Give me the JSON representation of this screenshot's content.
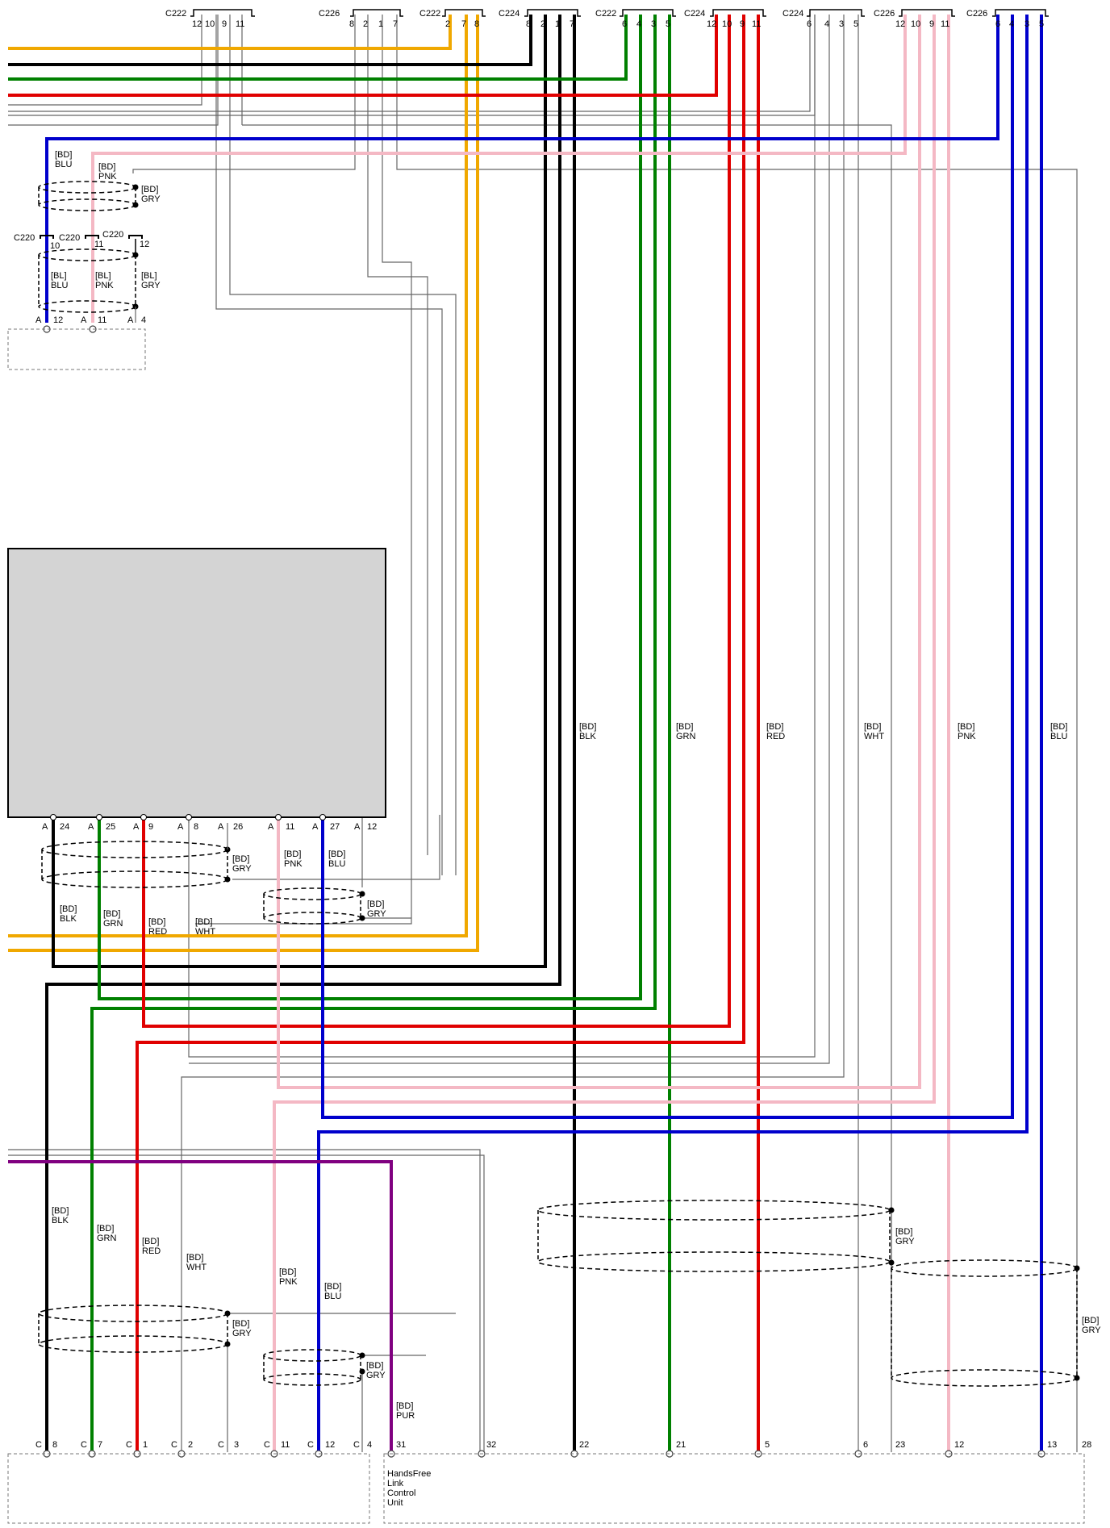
{
  "wire_colors": {
    "BLK": "#000000",
    "GRN": "#008000",
    "RED": "#e00000",
    "BLU": "#0000cc",
    "PNK": "#f4b8c4",
    "ORG": "#f0a800",
    "PUR": "#800080",
    "WHT": "#555555",
    "GRY": "#666666"
  },
  "top_connectors": [
    {
      "name": "C222",
      "pins": [
        "12",
        "10",
        "9",
        "11"
      ]
    },
    {
      "name": "C226",
      "pins": [
        "8",
        "2",
        "1",
        "7"
      ]
    },
    {
      "name": "C222",
      "pins": [
        "2",
        "7",
        "8"
      ]
    },
    {
      "name": "C224",
      "pins": [
        "8",
        "2",
        "1",
        "7"
      ]
    },
    {
      "name": "C222",
      "pins": [
        "6",
        "4",
        "3",
        "5"
      ]
    },
    {
      "name": "C224",
      "pins": [
        "12",
        "10",
        "9",
        "11"
      ]
    },
    {
      "name": "C224",
      "pins": [
        "6",
        "4",
        "3",
        "5"
      ]
    },
    {
      "name": "C226",
      "pins": [
        "12",
        "10",
        "9",
        "11"
      ]
    },
    {
      "name": "C226",
      "pins": [
        "6",
        "4",
        "3",
        "5"
      ]
    }
  ],
  "top_left_labels": {
    "blu": [
      "[BD]",
      "BLU"
    ],
    "pnk": [
      "[BD]",
      "PNK"
    ],
    "gry": [
      "[BD]",
      "GRY"
    ],
    "c220": [
      "C220",
      "C220",
      "C220"
    ],
    "c220_pins": [
      "10",
      "11",
      "12"
    ],
    "bl_blu": [
      "[BL]",
      "BLU"
    ],
    "bl_pnk": [
      "[BL]",
      "PNK"
    ],
    "bl_gry": [
      "[BL]",
      "GRY"
    ],
    "pins": [
      {
        "side": "A",
        "num": "12"
      },
      {
        "side": "A",
        "num": "11"
      },
      {
        "side": "A",
        "num": "4"
      }
    ]
  },
  "mid_component": {
    "pins": [
      {
        "side": "A",
        "num": "24"
      },
      {
        "side": "A",
        "num": "25"
      },
      {
        "side": "A",
        "num": "9"
      },
      {
        "side": "A",
        "num": "8"
      },
      {
        "side": "A",
        "num": "26"
      },
      {
        "side": "A",
        "num": "11"
      },
      {
        "side": "A",
        "num": "27"
      },
      {
        "side": "A",
        "num": "12"
      }
    ]
  },
  "mid_labels": {
    "gry1": [
      "[BD]",
      "GRY"
    ],
    "pnk": [
      "[BD]",
      "PNK"
    ],
    "blu": [
      "[BD]",
      "BLU"
    ],
    "gry2": [
      "[BD]",
      "GRY"
    ],
    "blk": [
      "[BD]",
      "BLK"
    ],
    "grn": [
      "[BD]",
      "GRN"
    ],
    "red": [
      "[BD]",
      "RED"
    ],
    "wht": [
      "[BD]",
      "WHT"
    ]
  },
  "right_labels": {
    "blk": [
      "[BD]",
      "BLK"
    ],
    "grn": [
      "[BD]",
      "GRN"
    ],
    "red": [
      "[BD]",
      "RED"
    ],
    "wht": [
      "[BD]",
      "WHT"
    ],
    "pnk": [
      "[BD]",
      "PNK"
    ],
    "blu": [
      "[BD]",
      "BLU"
    ]
  },
  "lower_labels": {
    "blk": [
      "[BD]",
      "BLK"
    ],
    "grn": [
      "[BD]",
      "GRN"
    ],
    "red": [
      "[BD]",
      "RED"
    ],
    "wht": [
      "[BD]",
      "WHT"
    ],
    "pnk": [
      "[BD]",
      "PNK"
    ],
    "blu": [
      "[BD]",
      "BLU"
    ],
    "gry_left": [
      "[BD]",
      "GRY"
    ],
    "gry_small": [
      "[BD]",
      "GRY"
    ],
    "pur": [
      "[BD]",
      "PUR"
    ],
    "gry_right1": [
      "[BD]",
      "GRY"
    ],
    "gry_right2": [
      "[BD]",
      "GRY"
    ]
  },
  "bottom_left_pins": [
    {
      "side": "C",
      "num": "8"
    },
    {
      "side": "C",
      "num": "7"
    },
    {
      "side": "C",
      "num": "1"
    },
    {
      "side": "C",
      "num": "2"
    },
    {
      "side": "C",
      "num": "3"
    },
    {
      "side": "C",
      "num": "11"
    },
    {
      "side": "C",
      "num": "12"
    },
    {
      "side": "C",
      "num": "4"
    }
  ],
  "bottom_right_pins": [
    "31",
    "32",
    "22",
    "21",
    "5",
    "6",
    "23",
    "12",
    "13",
    "28"
  ],
  "hands_free_unit": [
    "HandsFree",
    "Link",
    "Control",
    "Unit"
  ]
}
